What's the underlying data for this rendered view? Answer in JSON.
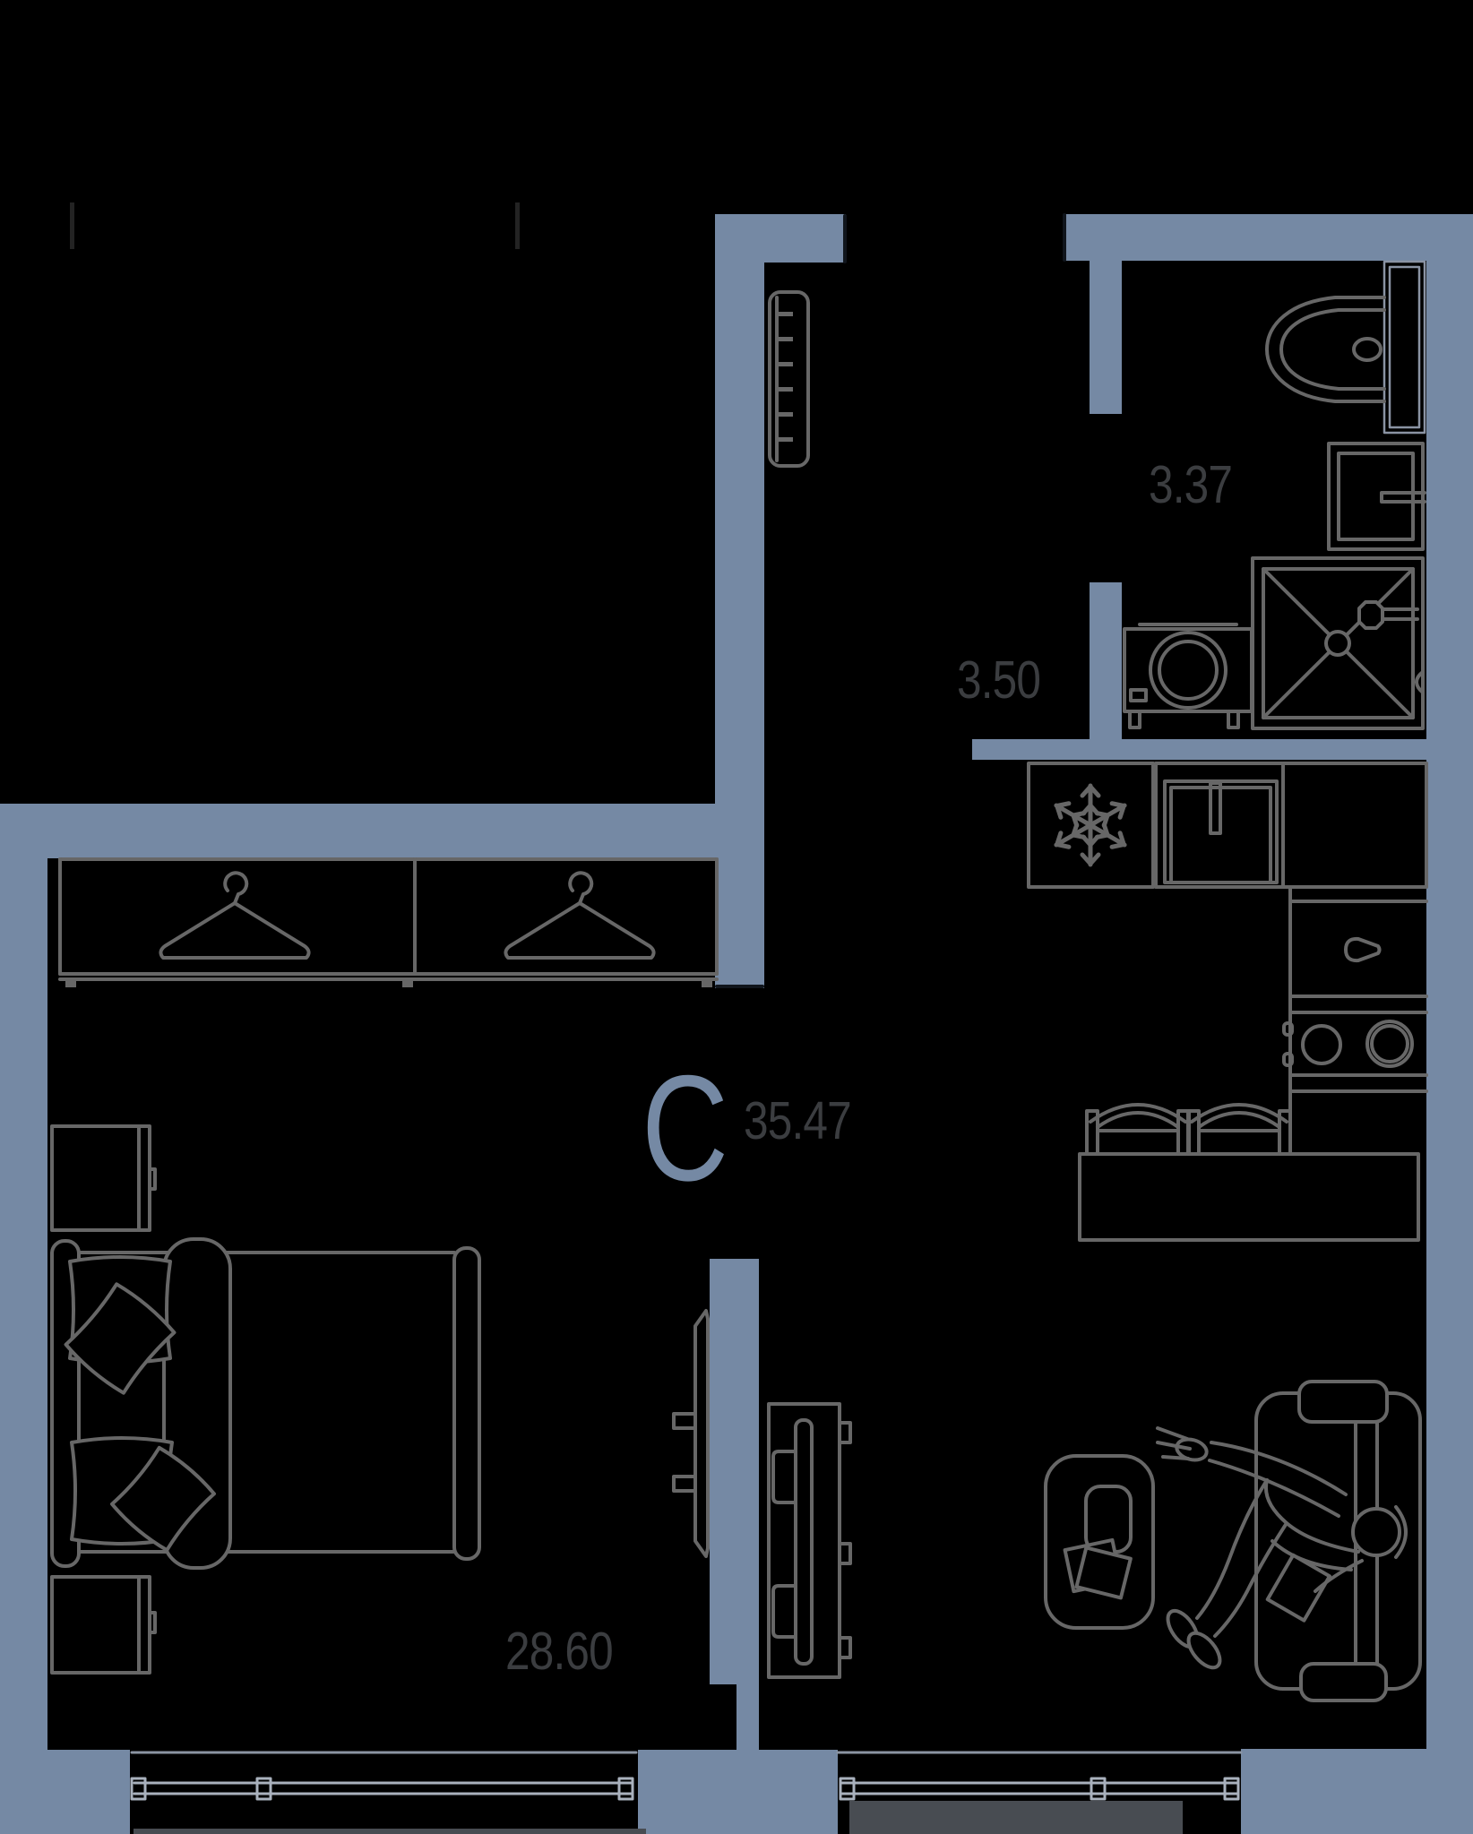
{
  "floor_plan": {
    "unit_label": "С",
    "total_area": "35.47",
    "room_areas": {
      "bathroom": "3.37",
      "hallway": "3.50",
      "living_room": "28.60"
    },
    "colors": {
      "background": "#000000",
      "wall_fill": "#7589A4",
      "furniture_line": "#676767",
      "area_text": "#3B3D40",
      "unit_label_text": "#7589A4",
      "window_glazing_line": "#A9B1BD",
      "balcony_slab": "#484C52"
    },
    "icons": [
      {
        "name": "snowflake-icon",
        "represents": "refrigerator"
      },
      {
        "name": "hanger-icon",
        "represents": "wardrobe section"
      },
      {
        "name": "shower-cross-icon",
        "represents": "shower tray"
      }
    ]
  }
}
